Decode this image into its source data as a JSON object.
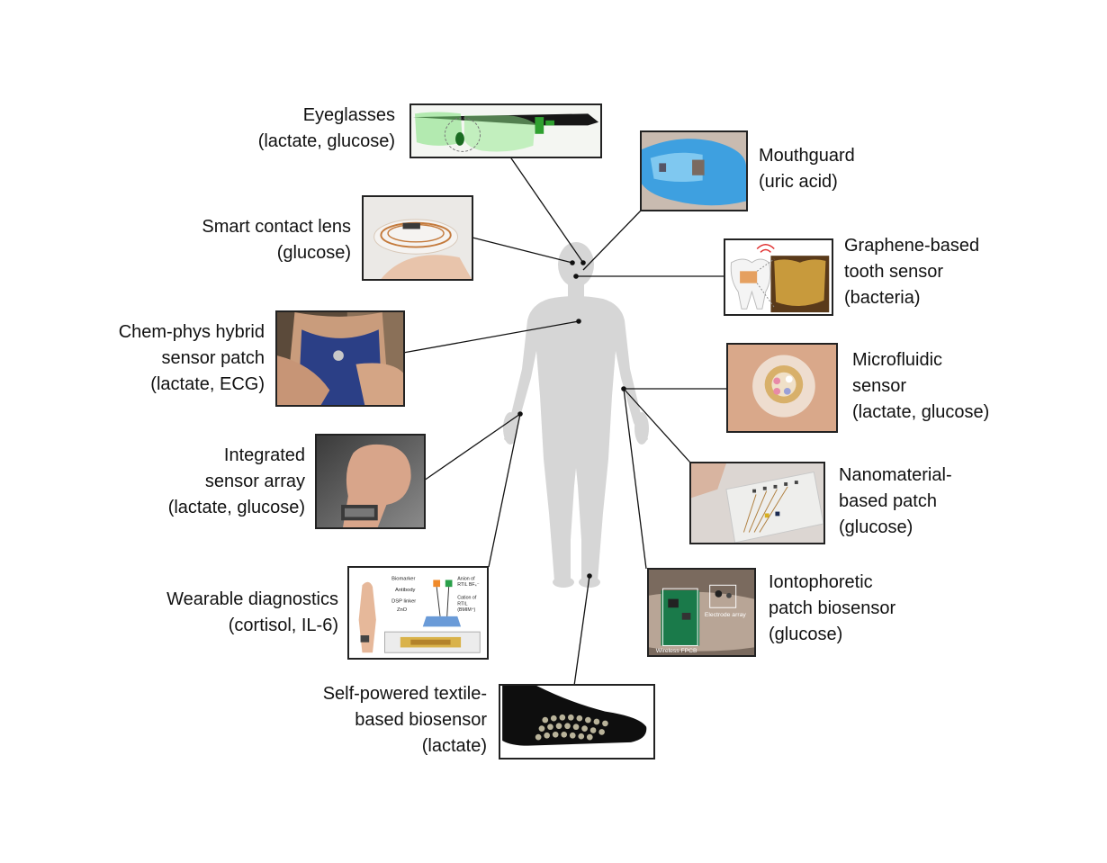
{
  "devices": [
    {
      "key": "eyeglasses",
      "lines": [
        "Eyeglasses",
        "(lactate, glucose)"
      ]
    },
    {
      "key": "contact_lens",
      "lines": [
        "Smart contact lens",
        "(glucose)"
      ]
    },
    {
      "key": "chem_phys",
      "lines": [
        "Chem-phys hybrid",
        "sensor patch",
        "(lactate, ECG)"
      ]
    },
    {
      "key": "integrated_array",
      "lines": [
        "Integrated",
        "sensor array",
        "(lactate, glucose)"
      ]
    },
    {
      "key": "wearable_diagnostics",
      "lines": [
        "Wearable diagnostics",
        "(cortisol, IL-6)"
      ]
    },
    {
      "key": "textile",
      "lines": [
        "Self-powered textile-",
        "based biosensor",
        "(lactate)"
      ]
    },
    {
      "key": "mouthguard",
      "lines": [
        "Mouthguard",
        "(uric acid)"
      ]
    },
    {
      "key": "tooth_sensor",
      "lines": [
        "Graphene-based",
        "tooth sensor",
        "(bacteria)"
      ]
    },
    {
      "key": "microfluidic",
      "lines": [
        "Microfluidic",
        "sensor",
        "(lactate, glucose)"
      ]
    },
    {
      "key": "nanomaterial",
      "lines": [
        "Nanomaterial-",
        "based patch",
        "(glucose)"
      ]
    },
    {
      "key": "iontophoretic",
      "lines": [
        "Iontophoretic",
        "patch biosensor",
        "(glucose)"
      ]
    }
  ],
  "photo_text": {
    "biomarker": "Biomarker",
    "antibody": "Antibody",
    "dsp": "DSP linker",
    "zno": "ZnO",
    "anion": "Anion of",
    "anion2": "RTIL BF₄⁻",
    "cation": "Cation of",
    "cation2": "RTIL",
    "cation3": "(BMIM⁺)",
    "electrode": "Electrode array",
    "fpcb": "Wireless FPCB"
  },
  "colors": {
    "body": "#d6d6d6",
    "line": "#111111"
  }
}
